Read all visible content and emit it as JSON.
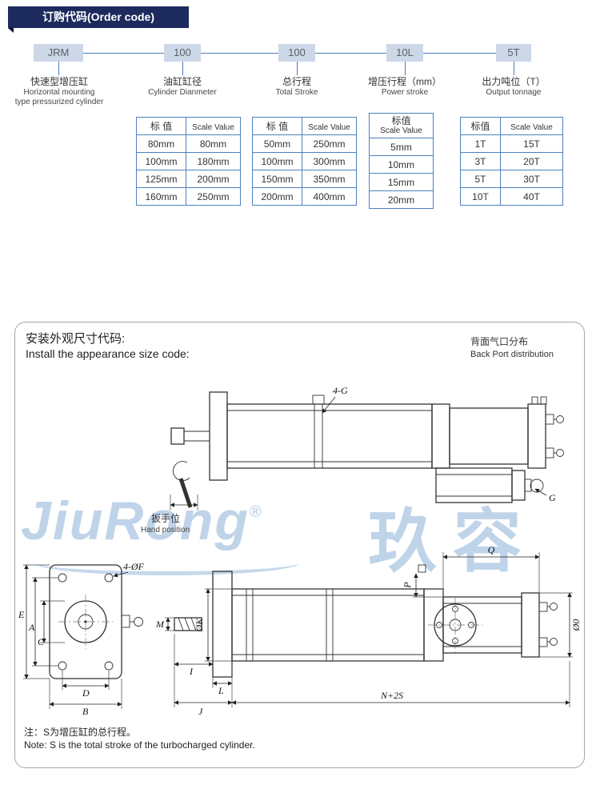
{
  "header": {
    "title": "订购代码(Order code)"
  },
  "colors": {
    "banner_navy": "#1c2a5c",
    "flow_line_blue": "#4a7cc0",
    "table_border_blue": "#4f7fbe",
    "watermark_blue": "#80a8d4"
  },
  "order_code": {
    "segments": [
      {
        "code": "JRM",
        "cn": "快速型增压缸",
        "en": [
          "Horizontal mounting",
          "type pressurized cylinder"
        ]
      },
      {
        "code": "100",
        "cn": "油缸缸径",
        "en": [
          "Cylinder Dianmeter"
        ]
      },
      {
        "code": "100",
        "cn": "总行程",
        "en": [
          "Total  Stroke"
        ]
      },
      {
        "code": "10L",
        "cn": "增压行程（mm）",
        "en": [
          "Power stroke"
        ]
      },
      {
        "code": "5T",
        "cn": "出力吨位（T）",
        "en": [
          "Output  tonnage"
        ]
      }
    ]
  },
  "tables": {
    "diameter": {
      "header": [
        "标 值",
        "Scale Value"
      ],
      "rows": [
        [
          "80mm",
          "80mm"
        ],
        [
          "100mm",
          "180mm"
        ],
        [
          "125mm",
          "200mm"
        ],
        [
          "160mm",
          "250mm"
        ]
      ]
    },
    "stroke": {
      "header": [
        "标 值",
        "Scale Value"
      ],
      "rows": [
        [
          "50mm",
          "250mm"
        ],
        [
          "100mm",
          "300mm"
        ],
        [
          "150mm",
          "350mm"
        ],
        [
          "200mm",
          "400mm"
        ]
      ]
    },
    "power_stroke": {
      "header_line1": "标值",
      "header_line2": "Scale Value",
      "rows": [
        "5mm",
        "10mm",
        "15mm",
        "20mm"
      ]
    },
    "tonnage": {
      "header": [
        "标值",
        "Scale Value"
      ],
      "rows": [
        [
          "1T",
          "15T"
        ],
        [
          "3T",
          "20T"
        ],
        [
          "5T",
          "30T"
        ],
        [
          "10T",
          "40T"
        ]
      ]
    }
  },
  "install_section": {
    "title_cn": "安装外观尺寸代码:",
    "title_en": "Install the appearance size code:",
    "back_port_cn": "背面气口分布",
    "back_port_en": "Back Port distribution",
    "hand_position_cn": "扳手位",
    "hand_position_en": "Hand position",
    "note_cn": "注：S为增压缸的总行程。",
    "note_en": "Note: S is the total stroke of the turbocharged cylinder.",
    "dims": {
      "four_g": "4-G",
      "g": "G",
      "q": "Q",
      "p": "P",
      "four_of": "4-ØF",
      "ok": "ØK",
      "m": "M",
      "i": "I",
      "l": "L",
      "j": "J",
      "n2s": "N+2S",
      "oo": "Ø0",
      "e": "E",
      "a": "A",
      "c": "C",
      "d": "D",
      "b": "B"
    }
  },
  "watermark": {
    "brand": "JiuRong",
    "reg": "®",
    "cn": "玖容"
  }
}
